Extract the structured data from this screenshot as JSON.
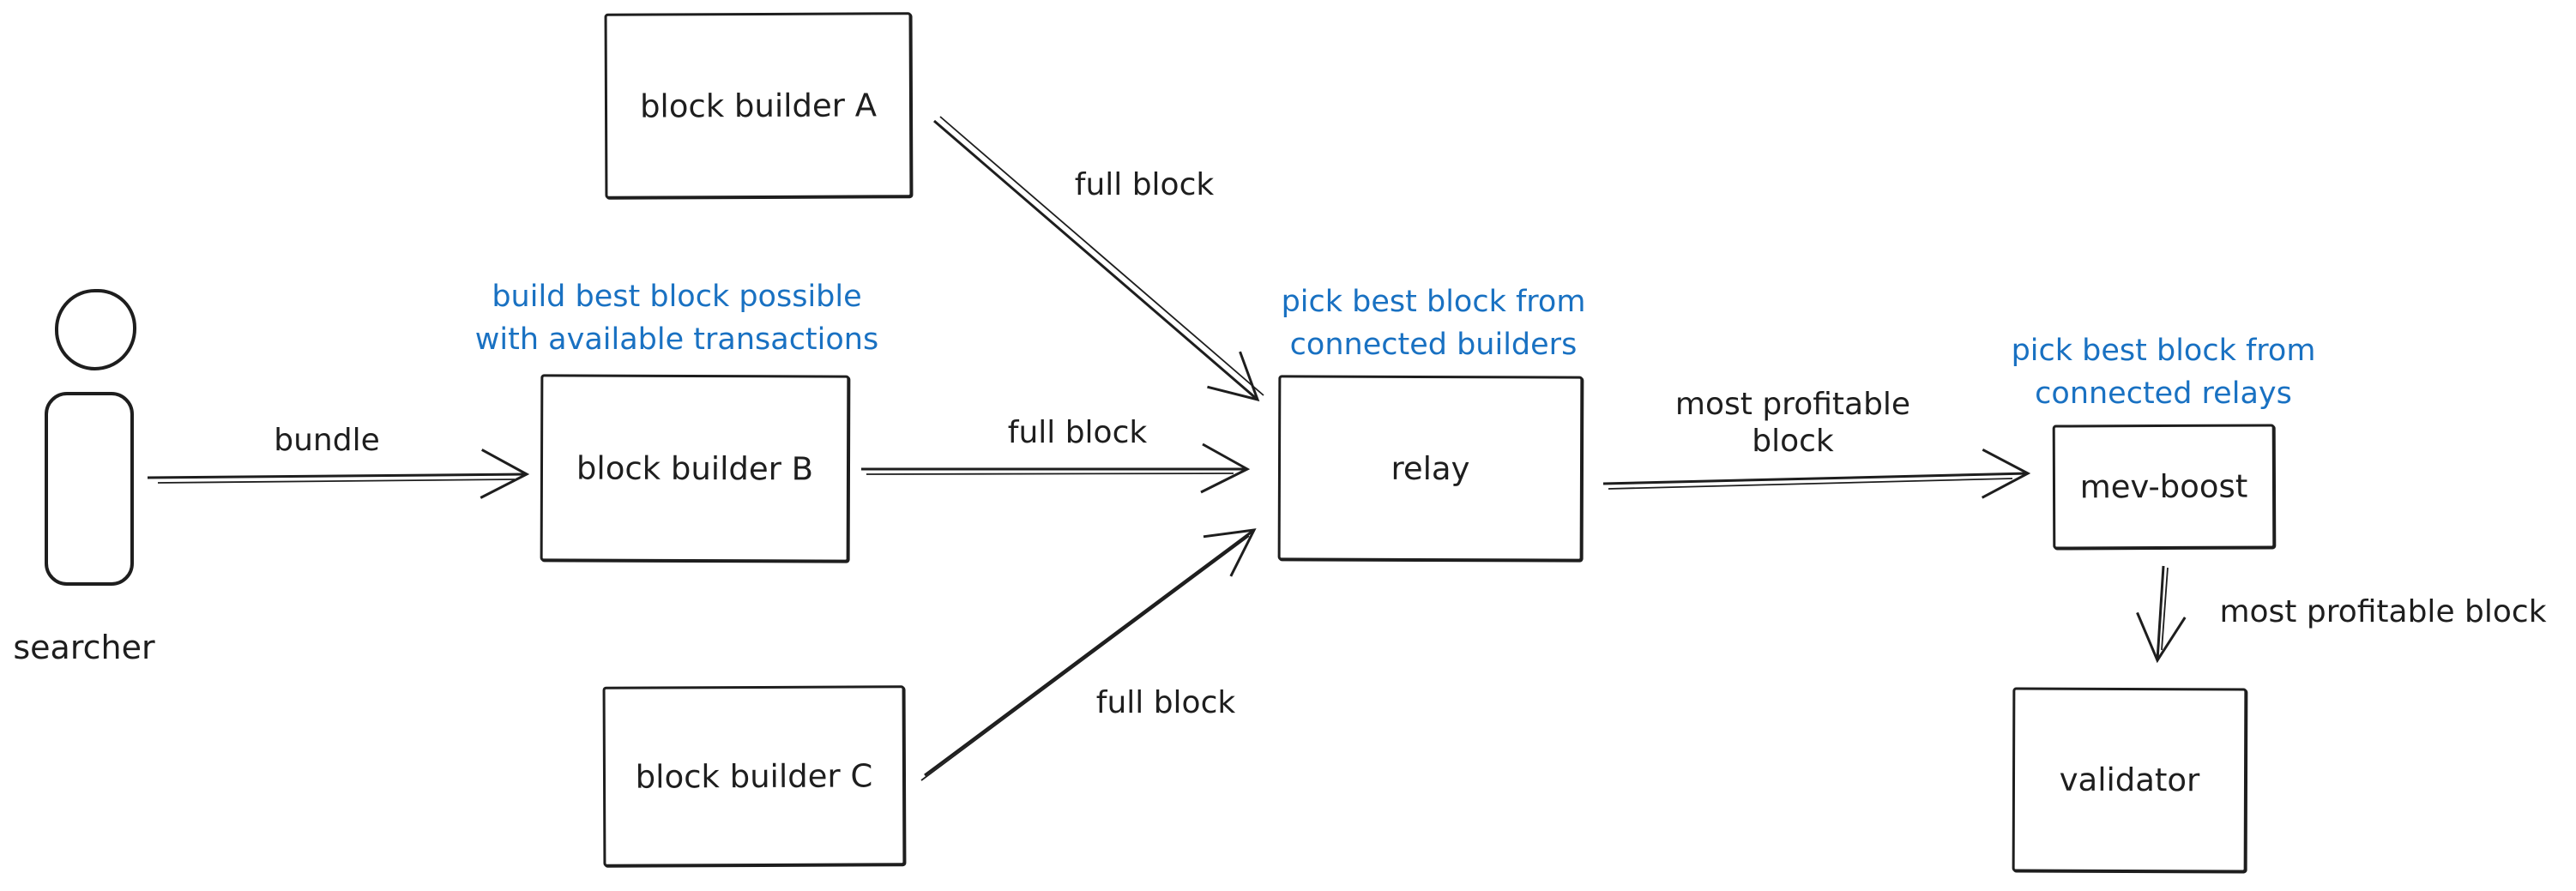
{
  "colors": {
    "stroke": "#1e1e1e",
    "annotation_blue": "#1971c2",
    "background": "#ffffff"
  },
  "nodes": {
    "searcher": {
      "label": "searcher"
    },
    "builder_a": {
      "label": "block builder A"
    },
    "builder_b": {
      "label": "block builder B"
    },
    "builder_c": {
      "label": "block builder C"
    },
    "relay": {
      "label": "relay"
    },
    "mev_boost": {
      "label": "mev-boost"
    },
    "validator": {
      "label": "validator"
    }
  },
  "annotations": {
    "builder_b": {
      "line1": "build best block possible",
      "line2": "with available transactions"
    },
    "relay": {
      "line1": "pick best block from",
      "line2": "connected builders"
    },
    "mev_boost": {
      "line1": "pick best block from",
      "line2": "connected relays"
    }
  },
  "edges": {
    "searcher_to_builder_b": {
      "label": "bundle"
    },
    "builder_a_to_relay": {
      "label": "full block"
    },
    "builder_b_to_relay": {
      "label": "full block"
    },
    "builder_c_to_relay": {
      "label": "full block"
    },
    "relay_to_mev_boost": {
      "line1": "most profitable",
      "line2": "block"
    },
    "mev_boost_to_validator": {
      "label": "most profitable block"
    }
  }
}
